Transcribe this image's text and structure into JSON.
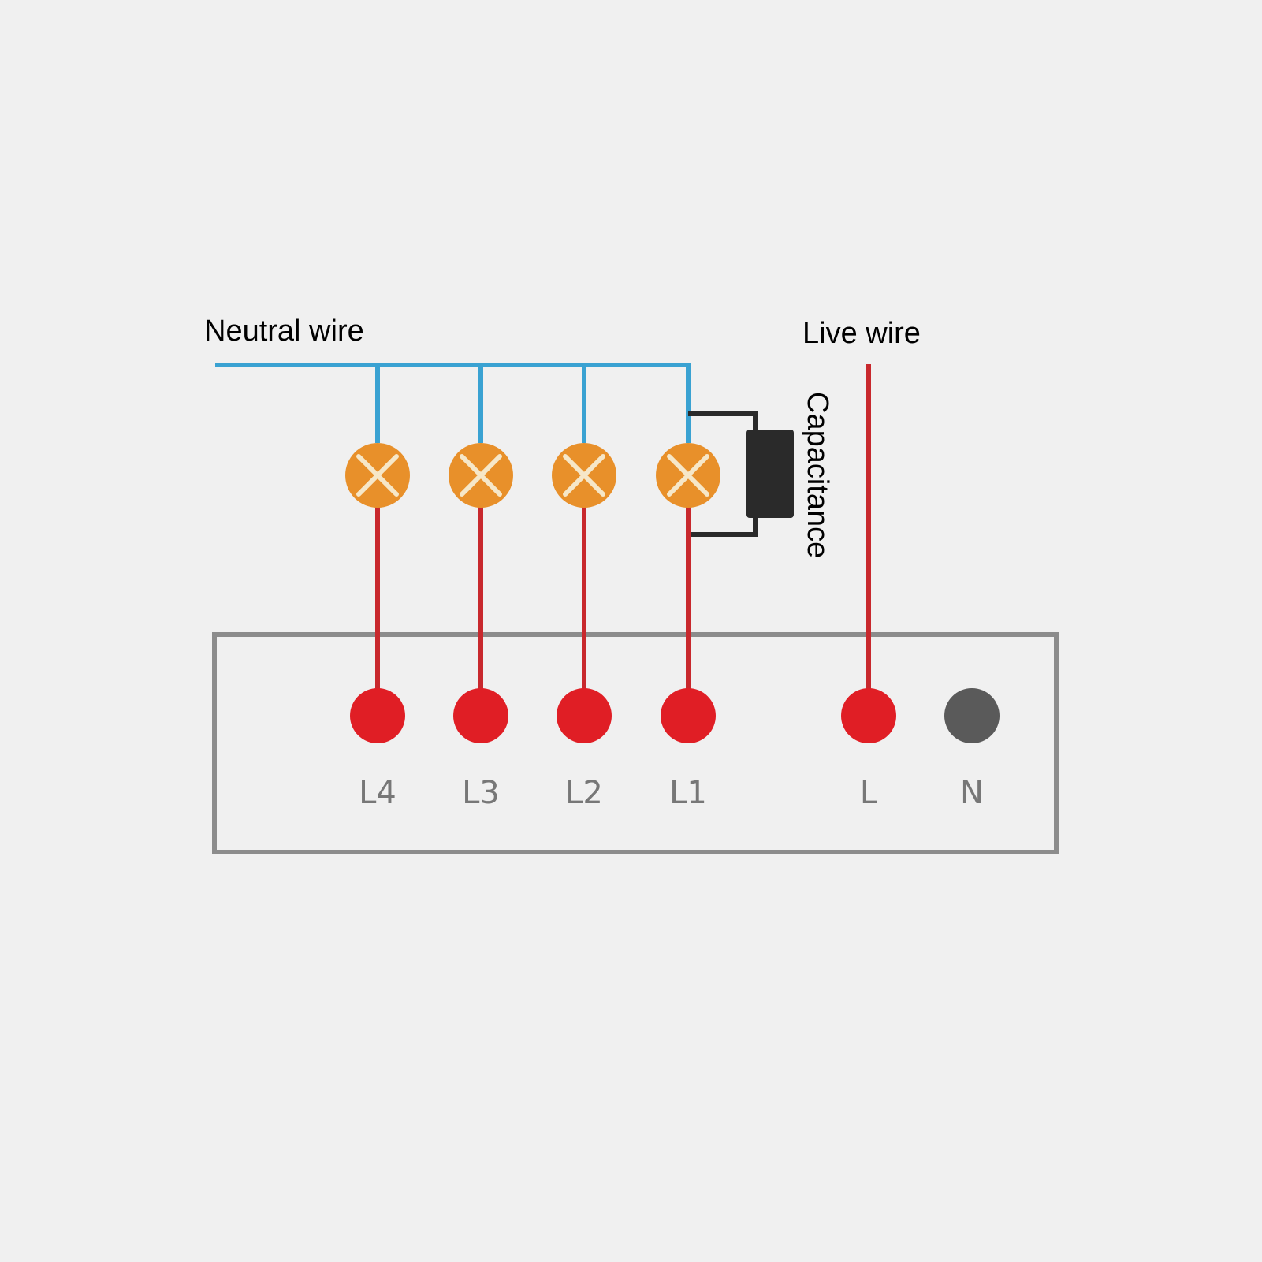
{
  "labels": {
    "neutral": "Neutral wire",
    "live": "Live wire",
    "capacitance": "Capacitance"
  },
  "terminals": [
    {
      "label": "L4"
    },
    {
      "label": "L3"
    },
    {
      "label": "L2"
    },
    {
      "label": "L1"
    },
    {
      "label": "L"
    },
    {
      "label": "N"
    }
  ],
  "colors": {
    "background": "#f0f0f0",
    "neutral_wire": "#3aa2d2",
    "live_wire": "#c8282d",
    "lamp": "#e8902a",
    "terminal_live": "#e01e25",
    "terminal_neutral": "#5a5a5a",
    "box_border": "#8c8c8c",
    "capacitor": "#2a2a2a"
  },
  "icons": {
    "lamp": "lamp-icon",
    "capacitor": "capacitor-icon"
  }
}
